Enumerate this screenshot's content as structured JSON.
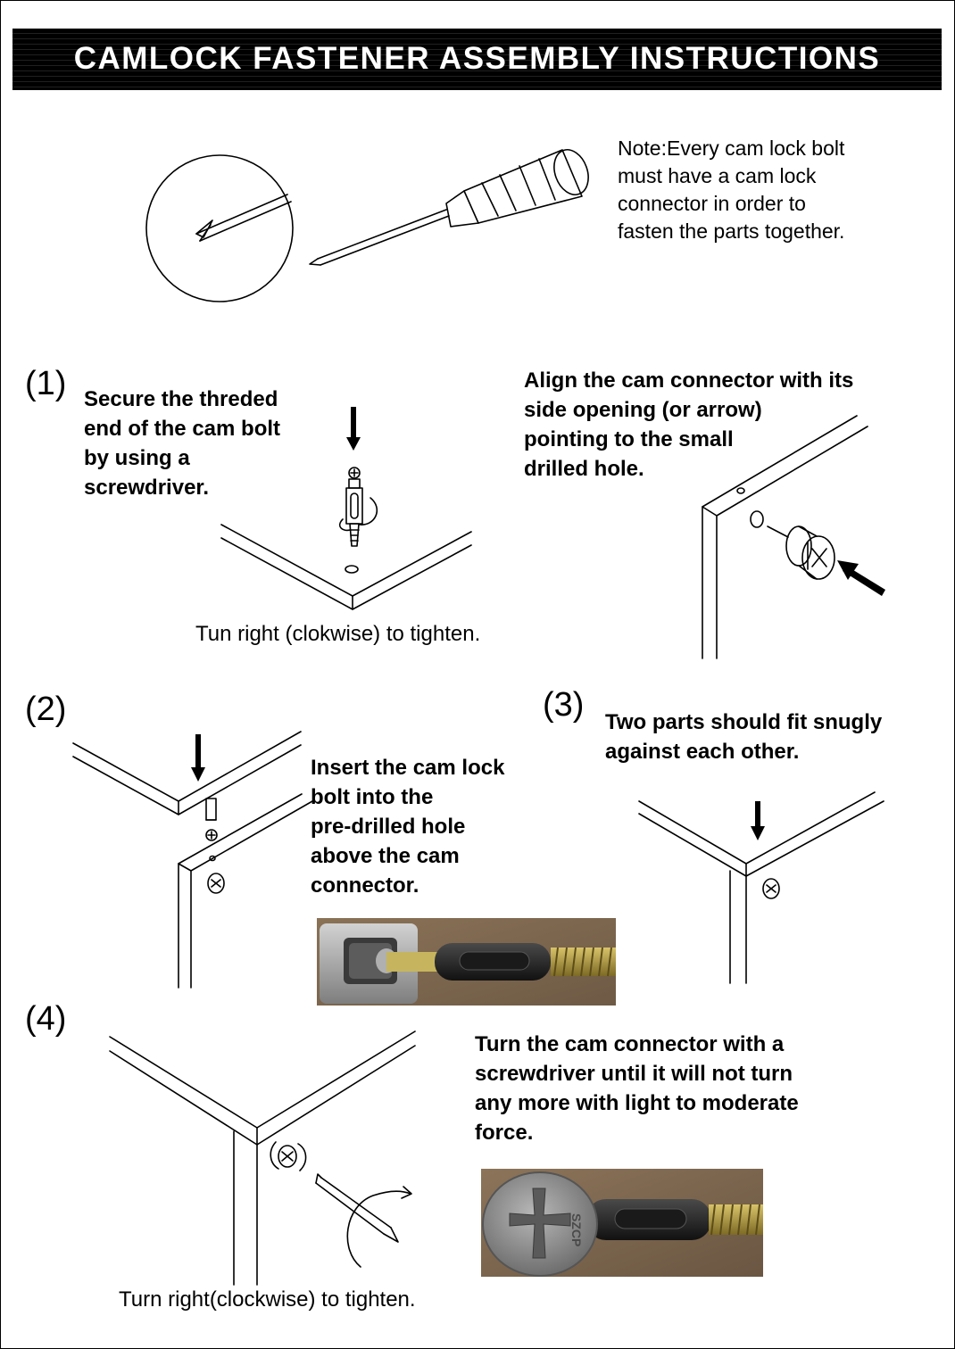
{
  "header": {
    "title": "CAMLOCK FASTENER ASSEMBLY INSTRUCTIONS"
  },
  "note": {
    "text": "Note:Every cam lock bolt\nmust have a cam lock\nconnector in order to\nfasten the parts together."
  },
  "step1": {
    "number": "(1)",
    "left_text": "Secure the threded\nend of the cam bolt\nby using a\nscrewdriver.",
    "right_text": "Align the cam connector with its\nside opening (or arrow)\npointing to the small\ndrilled hole.",
    "caption": "Tun right (clokwise) to tighten."
  },
  "step2": {
    "number": "(2)",
    "text": "Insert the cam lock\nbolt into the\npre-drilled hole\nabove the cam\nconnector."
  },
  "step3": {
    "number": "(3)",
    "text": "Two parts should fit snugly\nagainst each other."
  },
  "step4": {
    "number": "(4)",
    "text": "Turn the cam connector with a\nscrewdriver until it will not turn\nany more with light to moderate\nforce.",
    "caption": "Turn right(clockwise) to tighten."
  },
  "photo_cam_text": "SZCP",
  "colors": {
    "banner": "#000000",
    "metal": "#9a9a9a",
    "plastic": "#2a2a2a",
    "thread": "#b59a3a",
    "wood_bg": "#7a6248"
  }
}
